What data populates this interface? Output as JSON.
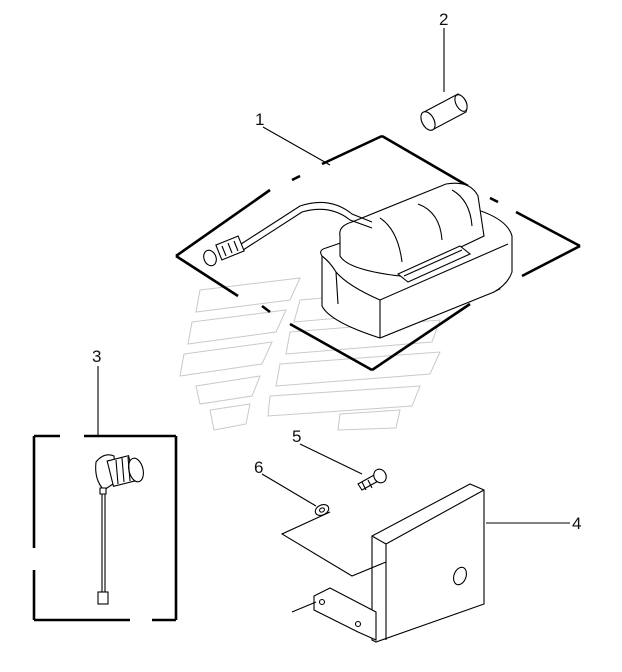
{
  "callouts": {
    "c1": "1",
    "c2": "2",
    "c3": "3",
    "c4": "4",
    "c5": "5",
    "c6": "6"
  },
  "colors": {
    "line": "#000000",
    "watermark": "#c9c9c9",
    "background": "#ffffff"
  }
}
